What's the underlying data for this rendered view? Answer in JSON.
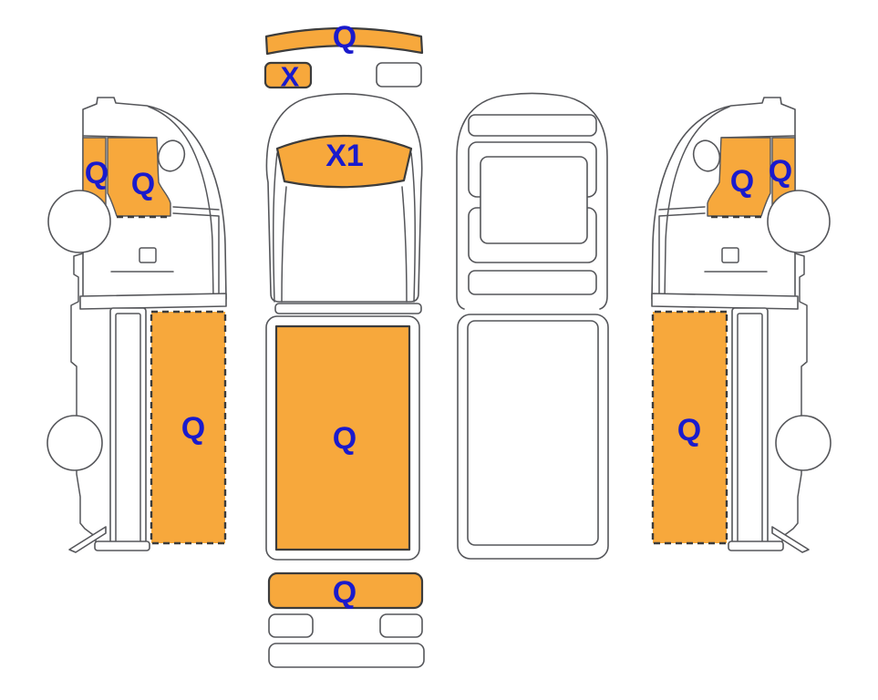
{
  "colors": {
    "highlight": "#F7A83C",
    "label": "#1A1ACC",
    "outline": "#55565A",
    "dashed_border": "#3C3C3C",
    "background": "#FFFFFF"
  },
  "panels": {
    "front_bumper": "Q",
    "front_marker": "X",
    "windshield": "X1",
    "cargo_floor": "Q",
    "rear_bumper": "Q",
    "left_fender": "Q",
    "left_door": "Q",
    "left_cargo_side": "Q",
    "right_door": "Q",
    "right_fender": "Q",
    "right_cargo_side": "Q"
  }
}
